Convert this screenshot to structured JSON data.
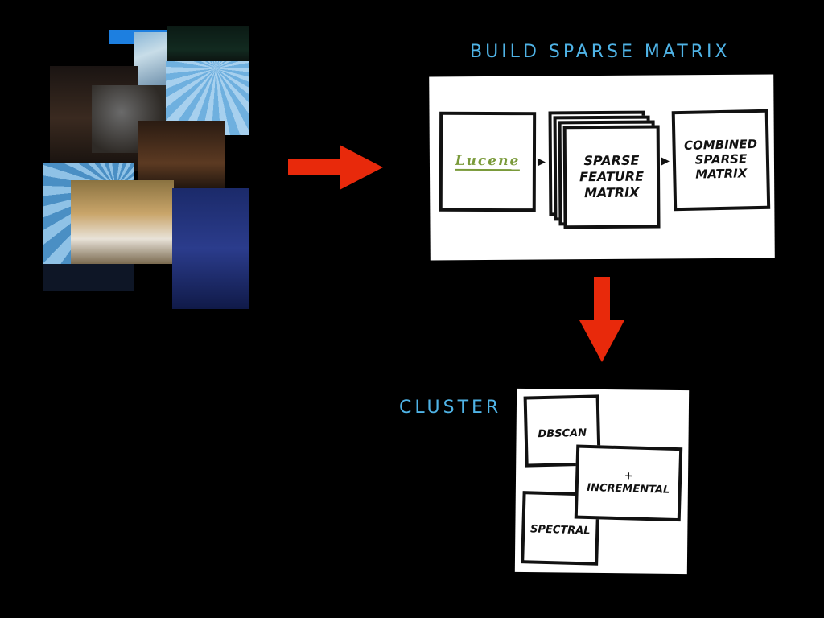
{
  "headings": {
    "build": "BUILD SPARSE MATRIX",
    "cluster": "CLUSTER"
  },
  "build_diagram": {
    "source_logo": "Lucene",
    "feature_box": "SPARSE FEATURE MATRIX",
    "combined_box": "COMBINED SPARSE MATRIX"
  },
  "cluster_diagram": {
    "box1": "DBSCAN",
    "box2_plus": "+",
    "box2": "INCREMENTAL",
    "box3": "SPECTRAL"
  },
  "colors": {
    "heading": "#4fb3e6",
    "arrow": "#e8290b",
    "logo_green": "#7a9a3a"
  }
}
